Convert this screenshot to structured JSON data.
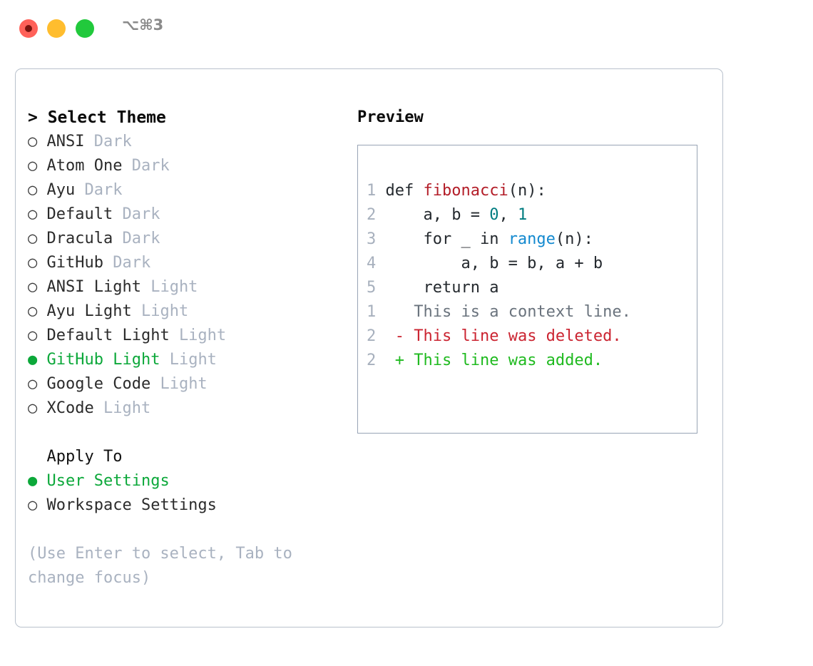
{
  "titlebar": {
    "shortcut": "⌥⌘3",
    "buttons": {
      "close": "close",
      "minimize": "minimize",
      "maximize": "maximize"
    }
  },
  "theme_list": {
    "header": "> Select Theme",
    "items": [
      {
        "bullet": "○",
        "name": "ANSI",
        "kind": "Dark",
        "selected": false
      },
      {
        "bullet": "○",
        "name": "Atom One",
        "kind": "Dark",
        "selected": false
      },
      {
        "bullet": "○",
        "name": "Ayu",
        "kind": "Dark",
        "selected": false
      },
      {
        "bullet": "○",
        "name": "Default",
        "kind": "Dark",
        "selected": false
      },
      {
        "bullet": "○",
        "name": "Dracula",
        "kind": "Dark",
        "selected": false
      },
      {
        "bullet": "○",
        "name": "GitHub",
        "kind": "Dark",
        "selected": false
      },
      {
        "bullet": "○",
        "name": "ANSI Light",
        "kind": "Light",
        "selected": false
      },
      {
        "bullet": "○",
        "name": "Ayu Light",
        "kind": "Light",
        "selected": false
      },
      {
        "bullet": "○",
        "name": "Default Light",
        "kind": "Light",
        "selected": false
      },
      {
        "bullet": "●",
        "name": "GitHub Light",
        "kind": "Light",
        "selected": true
      },
      {
        "bullet": "○",
        "name": "Google Code",
        "kind": "Light",
        "selected": false
      },
      {
        "bullet": "○",
        "name": "XCode",
        "kind": "Light",
        "selected": false
      }
    ]
  },
  "apply_to": {
    "header": "  Apply To",
    "options": [
      {
        "bullet": "●",
        "label": "User Settings",
        "selected": true
      },
      {
        "bullet": "○",
        "label": "Workspace Settings",
        "selected": false
      }
    ]
  },
  "hint": "(Use Enter to select, Tab to change focus)",
  "preview": {
    "title": "Preview",
    "code_lines": [
      {
        "number": "1",
        "tokens": [
          {
            "text": "def ",
            "style": "plain"
          },
          {
            "text": "fibonacci",
            "style": "fn"
          },
          {
            "text": "(n):",
            "style": "plain"
          }
        ]
      },
      {
        "number": "2",
        "tokens": [
          {
            "text": "    a, b = ",
            "style": "plain"
          },
          {
            "text": "0",
            "style": "num"
          },
          {
            "text": ", ",
            "style": "plain"
          },
          {
            "text": "1",
            "style": "num"
          }
        ]
      },
      {
        "number": "3",
        "tokens": [
          {
            "text": "    for _ in ",
            "style": "plain"
          },
          {
            "text": "range",
            "style": "call"
          },
          {
            "text": "(n):",
            "style": "plain"
          }
        ]
      },
      {
        "number": "4",
        "tokens": [
          {
            "text": "        a, b = b, a + b",
            "style": "plain"
          }
        ]
      },
      {
        "number": "5",
        "tokens": [
          {
            "text": "    return a",
            "style": "plain"
          }
        ]
      }
    ],
    "diff_lines": [
      {
        "number": "1",
        "marker": " ",
        "text": "This is a context line.",
        "kind": "context"
      },
      {
        "number": "2",
        "marker": "-",
        "text": "This line was deleted.",
        "kind": "deleted"
      },
      {
        "number": "2",
        "marker": "+",
        "text": "This line was added.",
        "kind": "added"
      }
    ]
  },
  "colors": {
    "accent_green": "#0ca83a",
    "muted": "#a9b2c0",
    "panel_border": "#b9c1cc",
    "preview_border": "#98a4b5",
    "code_function": "#b31d28",
    "code_number": "#007c80",
    "code_call": "#1389cf",
    "diff_deleted": "#cb2431",
    "diff_added": "#1fba1f",
    "traffic_close": "#ff6159",
    "traffic_minimize": "#ffbd2e",
    "traffic_maximize": "#21c93c"
  }
}
